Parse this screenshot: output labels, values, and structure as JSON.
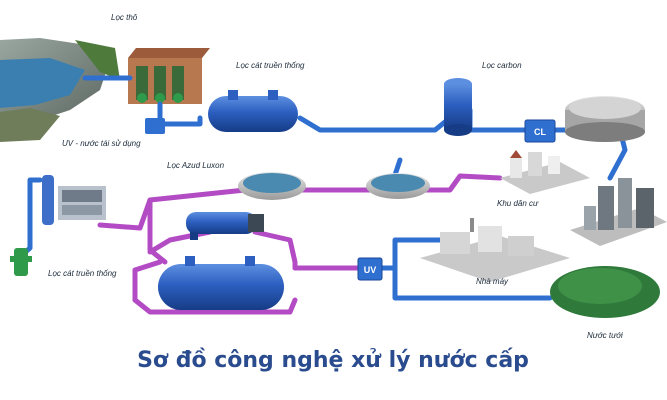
{
  "labels": {
    "loc_tho": "Lọc thô",
    "loc_cat_truyen_thong_top": "Lọc cát truền thống",
    "loc_carbon": "Lọc carbon",
    "uv_nuoc_tai_su_dung": "UV - nước tái sử dụng",
    "loc_azud_luxon": "Lọc Azud Luxon",
    "khu_dan_cu": "Khu dân cư",
    "loc_cat_truyen_thong_bottom": "Lọc cát truền thống",
    "nha_may": "Nhà máy",
    "nuoc_tuoi": "Nước tưới"
  },
  "tags": {
    "cl": "CL",
    "uv": "UV"
  },
  "title": "Sơ đồ công nghệ xử lý nước cấp",
  "colors": {
    "blue_pipe": "#2f6fd0",
    "purple_pipe": "#b34cc4",
    "title": "#2a4c8f",
    "water": "#3a7fb0",
    "grass": "#2f7a3a"
  }
}
